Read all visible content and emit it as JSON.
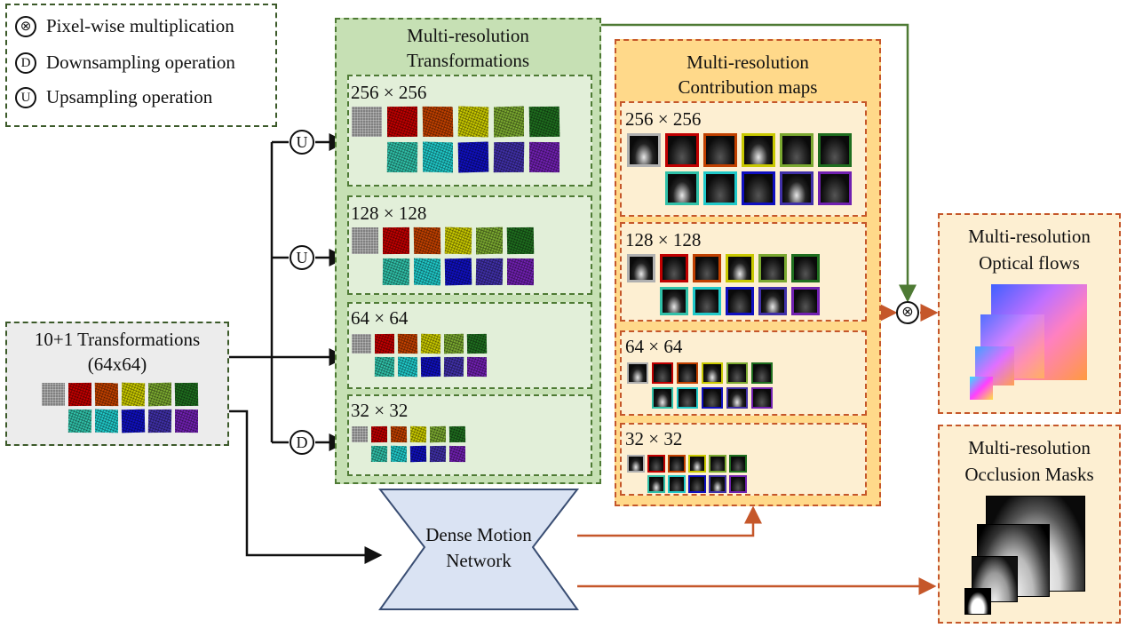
{
  "legend": {
    "items": [
      {
        "symbol": "⊗",
        "label": "Pixel-wise multiplication"
      },
      {
        "symbol": "D",
        "label": "Downsampling operation"
      },
      {
        "symbol": "U",
        "label": "Upsampling  operation"
      }
    ]
  },
  "input": {
    "title_line1": "10+1 Transformations",
    "title_line2": "(64x64)"
  },
  "ops": {
    "up": "U",
    "down": "D",
    "mult": "⊗"
  },
  "transforms": {
    "title_line1": "Multi-resolution",
    "title_line2": "Transformations",
    "levels": [
      {
        "label": "256 × 256"
      },
      {
        "label": "128 × 128"
      },
      {
        "label": "64 × 64"
      },
      {
        "label": "32 × 32"
      }
    ]
  },
  "contrib": {
    "title_line1": "Multi-resolution",
    "title_line2": "Contribution maps",
    "levels": [
      {
        "label": "256 × 256"
      },
      {
        "label": "128 × 128"
      },
      {
        "label": "64 × 64"
      },
      {
        "label": "32 × 32"
      }
    ]
  },
  "network": {
    "line1": "Dense Motion",
    "line2": "Network"
  },
  "flows": {
    "line1": "Multi-resolution",
    "line2": "Optical flows"
  },
  "masks": {
    "line1": "Multi-resolution",
    "line2": "Occlusion Masks"
  },
  "colors": {
    "tiles": [
      "#808080",
      "#c00000",
      "#c04000",
      "#c8c800",
      "#7aa830",
      "#1f6e1f",
      "#30c0a8",
      "#20c8c8",
      "#1010c0",
      "#4030a8",
      "#7020b0"
    ],
    "green_fill": "#c6e0b4",
    "orange_fill": "#ffd98a",
    "arrow_orange": "#c5572a",
    "arrow_green": "#4e7a34",
    "network_fill": "#dae3f3"
  }
}
